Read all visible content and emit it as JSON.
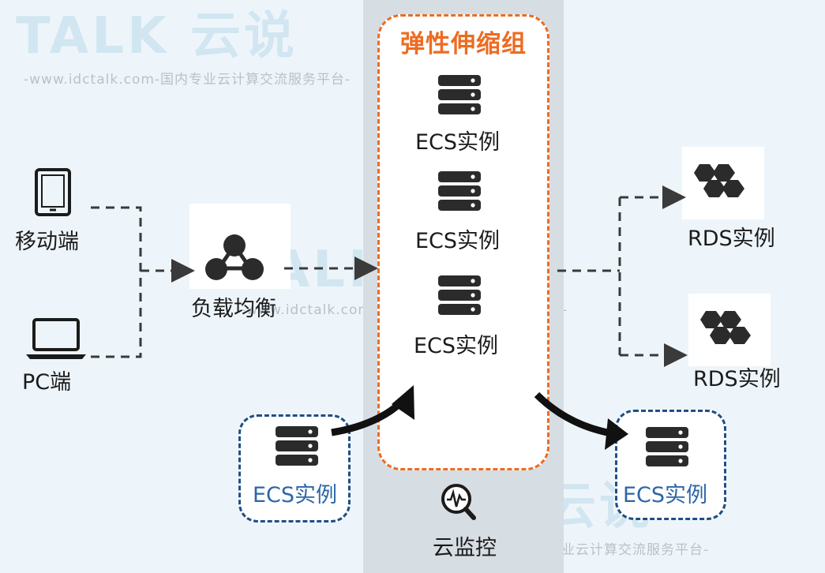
{
  "diagram": {
    "group_title": "弹性伸缩组",
    "mobile_label": "移动端",
    "pc_label": "PC端",
    "lb_label": "负载均衡",
    "ecs_label": "ECS实例",
    "rds_label": "RDS实例",
    "monitor_label": "云监控"
  },
  "watermark": {
    "brand": "TALK 云说",
    "tagline": "-www.idctalk.com-国内专业云计算交流服务平台-"
  },
  "colors": {
    "asg_orange": "#ec6c22",
    "ecs_blue": "#1f4f86",
    "icon_dark": "#2b2b2b",
    "background": "#eef5fa"
  }
}
